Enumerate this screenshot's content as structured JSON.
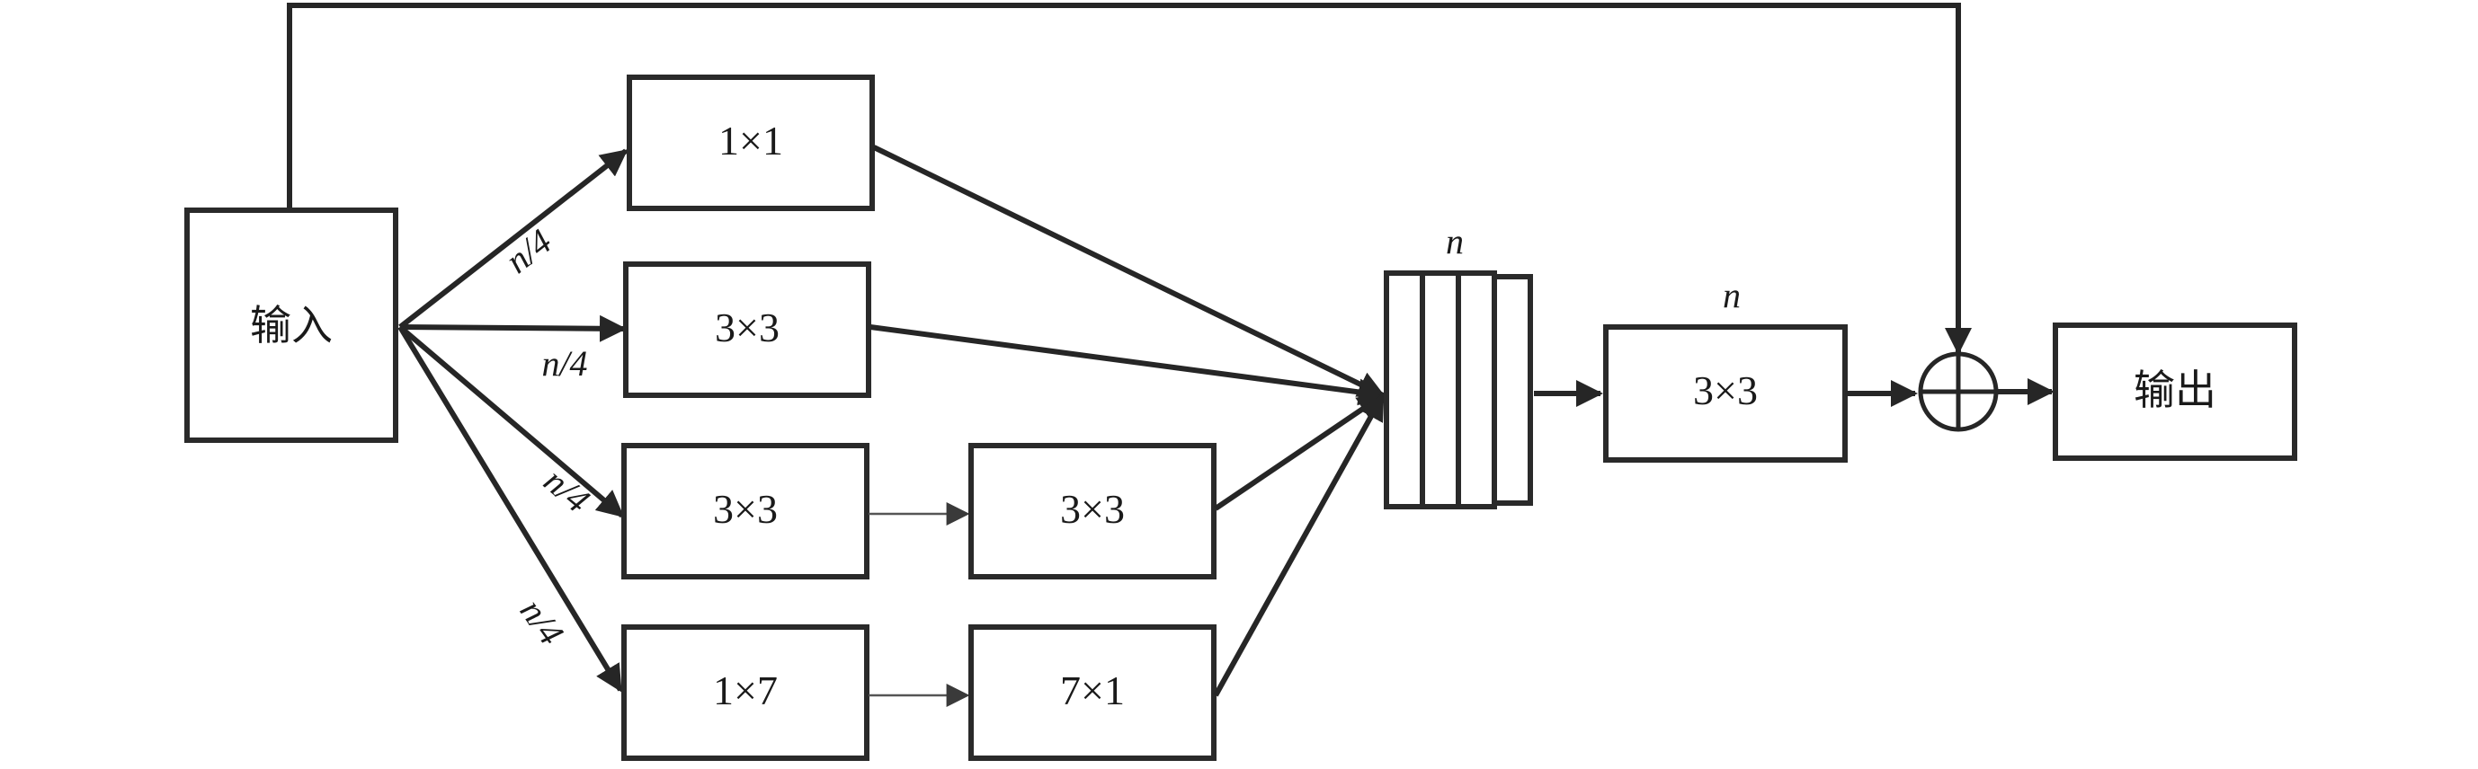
{
  "nodes": {
    "input": "输入",
    "conv_1x1": "1×1",
    "conv_3x3_a": "3×3",
    "conv_3x3_b1": "3×3",
    "conv_3x3_b2": "3×3",
    "conv_1x7": "1×7",
    "conv_7x1": "7×1",
    "concat_label": "n",
    "conv_3x3_out": "3×3",
    "conv_3x3_out_label": "n",
    "output": "输出"
  },
  "edge_labels": {
    "branch1": "n/4",
    "branch2": "n/4",
    "branch3": "n/4",
    "branch4": "n/4"
  }
}
